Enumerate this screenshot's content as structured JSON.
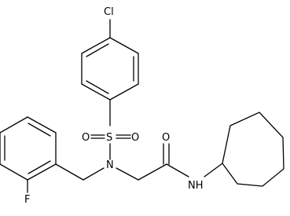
{
  "diagram": {
    "type": "chemical-structure",
    "atoms": {
      "chlorine": "Cl",
      "sulfur": "S",
      "sulfonyl_oxygen_left": "O",
      "sulfonyl_oxygen_right": "O",
      "sulfonamide_nitrogen": "N",
      "carbonyl_oxygen": "O",
      "amide_nitrogen_h": "NH",
      "fluorine": "F"
    }
  }
}
